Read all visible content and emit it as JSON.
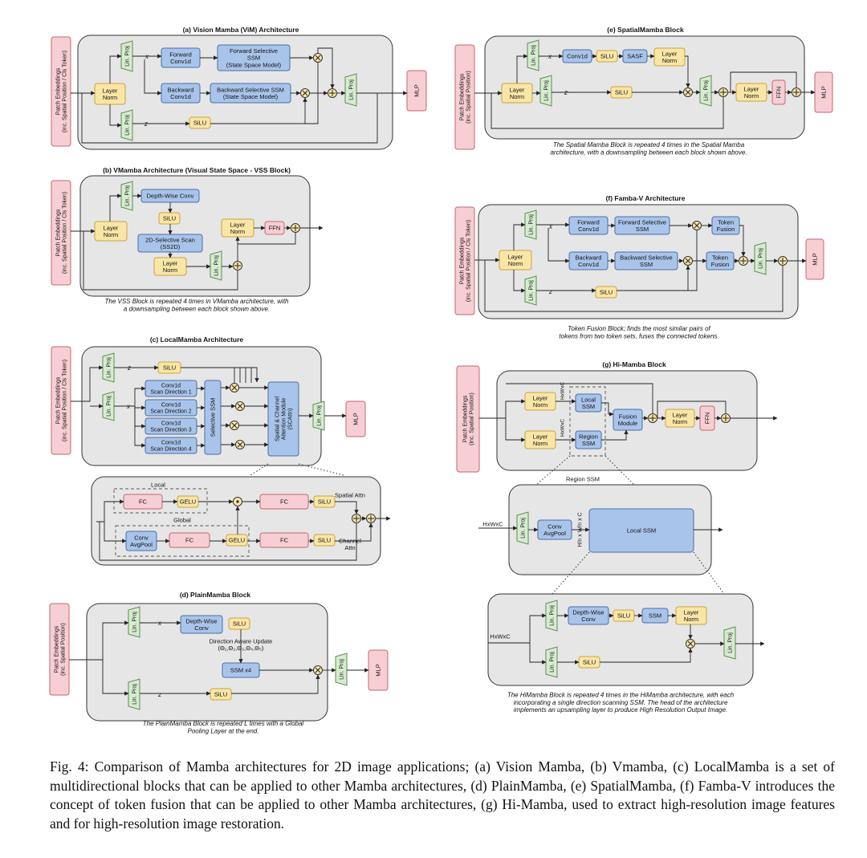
{
  "figure": {
    "caption": "Fig. 4: Comparison of Mamba architectures for 2D image applications; (a) Vision Mamba, (b) Vmamba, (c) LocalMamba is a set of multidirectional blocks that can be applied to other Mamba architectures, (d) PlainMamba, (e) SpatialMamba, (f) Famba-V introduces the concept of token fusion that can be applied to other Mamba architectures, (g) Hi-Mamba, used to extract high-resolution image features and for high-resolution image restoration."
  },
  "colors": {
    "panel_fill": "#e6e6e6",
    "red_fill": "#f7ced3",
    "red_stroke": "#c7666f",
    "blue_fill": "#a9c4ea",
    "blue_stroke": "#4b6fa8",
    "yellow_fill": "#f9e6a6",
    "yellow_stroke": "#c9a43c",
    "green_fill": "#d6ebcf",
    "green_stroke": "#5d8c54"
  },
  "panels": {
    "a": {
      "title": "(a) Vision Mamba (ViM) Architecture",
      "embed": [
        "Patch Embeddings",
        "(inc. Spatial Position / Cls Token)"
      ],
      "layer_norm": [
        "Layer",
        "Norm"
      ],
      "lin_proj": "Lin. Proj",
      "x": "x",
      "z": "z",
      "fwd_conv": [
        "Forward",
        "Conv1d"
      ],
      "fwd_ssm": [
        "Forward Selective",
        "SSM",
        "(State Space Model)"
      ],
      "bwd_conv": [
        "Backward",
        "Conv1d"
      ],
      "bwd_ssm": [
        "Backward Selective SSM",
        "(State Space Model)"
      ],
      "silu": "SiLU",
      "mlp": "MLP"
    },
    "b": {
      "title": "(b) VMamba Architecture (Visual State Space - VSS Block)",
      "embed": [
        "Patch Embeddings",
        "(inc. Spatial Position / Cls Token)"
      ],
      "layer_norm": [
        "Layer",
        "Norm"
      ],
      "lin_proj": "Lin. Proj",
      "dwconv": "Depth-Wise Conv",
      "silu": "SiLU",
      "ss2d": [
        "2D-Selective Scan",
        "(SS2D)"
      ],
      "ffn": "FFN",
      "note": [
        "The VSS Block is repeated 4 times in VMamba architecture, with",
        "a downsampling between each block shown above."
      ]
    },
    "c": {
      "title": "(c) LocalMamba Architecture",
      "embed": [
        "Patch Embeddings",
        "(inc. Spatial Position / Cls Token)"
      ],
      "lin_proj": "Lin. Proj",
      "z": "z",
      "x": "x",
      "silu": "SiLU",
      "scans": [
        [
          "Conv1d",
          "Scan Direction 1"
        ],
        [
          "Conv1d",
          "Scan Direction 2"
        ],
        [
          "Conv1d",
          "Scan Direction 3"
        ],
        [
          "Conv1d",
          "Scan Direction 4"
        ]
      ],
      "sel_ssm": "Selective SSM",
      "scattn": [
        "Spatial & Channel",
        "Attention Module",
        "(SCAttn)"
      ],
      "mlp": "MLP",
      "local": "Local",
      "global": "Global",
      "fc": "FC",
      "gelu": "GELU",
      "conv_pool": [
        "Conv",
        "AvgPool"
      ],
      "spatial_attn": "Spatial Attn",
      "channel_attn": [
        "Channel",
        "Attn"
      ]
    },
    "d": {
      "title": "(d) PlainMamba Block",
      "embed": [
        "Patch Embeddings",
        "(inc. Spatial Position)"
      ],
      "lin_proj": "Lin. Proj",
      "x": "x",
      "z": "z",
      "dwconv": [
        "Depth-Wise",
        "Conv"
      ],
      "silu": "SiLU",
      "dir_update": [
        "Direction Aware Update",
        "(Θ₁,Θ₂,Θ₃,Θ₄,Θ₅)"
      ],
      "ssm4": "SSM x4",
      "mlp": "MLP",
      "note": [
        "The PlainMamba Block is repeated L times with a Global",
        "Pooling Layer  at the end."
      ]
    },
    "e": {
      "title": "(e) SpatialMamba Block",
      "embed": [
        "Patch Embeddings",
        "(inc. Spatial Position)"
      ],
      "lin_proj": "Lin. Proj",
      "x": "x",
      "z": "z",
      "conv1d": "Conv1d",
      "silu": "SiLU",
      "sasf": "SASF",
      "layer_norm": [
        "Layer",
        "Norm"
      ],
      "ffn": "FFN",
      "mlp": "MLP",
      "note": [
        "The Spatial Mamba Block is repeated 4 times in the Spatial Mamba",
        "architecture, with a downsampling between each block shown above."
      ]
    },
    "f": {
      "title": "(f) Famba-V Architecture",
      "embed": [
        "Patch Embeddings",
        "(inc. Spatial Position / Cls Token)"
      ],
      "layer_norm": [
        "Layer",
        "Norm"
      ],
      "lin_proj": "Lin. Proj",
      "x": "x",
      "z": "z",
      "fwd_conv": [
        "Forward",
        "Conv1d"
      ],
      "fwd_ssm": [
        "Forward Selective",
        "SSM"
      ],
      "bwd_conv": [
        "Backward",
        "Conv1d"
      ],
      "bwd_ssm": [
        "Backward Selective",
        "SSM"
      ],
      "token_fusion": [
        "Token",
        "Fusion"
      ],
      "silu": "SiLU",
      "mlp": "MLP",
      "note": [
        "Token Fusion Block; finds the most similar pairs of",
        "tokens from two token sets, fuses the connected tokens."
      ]
    },
    "g": {
      "title": "(g) Hi-Mamba Block",
      "embed": [
        "Patch Embeddings",
        "(inc. Spatial Position)"
      ],
      "hwc": "HxWxC",
      "layer_norm": [
        "Layer",
        "Norm"
      ],
      "local_ssm": [
        "Local",
        "SSM"
      ],
      "region_ssm": [
        "Region",
        "SSM"
      ],
      "fusion": [
        "Fusion",
        "Module"
      ],
      "ffn": "FFN",
      "region_title": "Region SSM",
      "lin_proj": "Lin. Proj",
      "conv_pool": [
        "Conv",
        "AvgPool"
      ],
      "hwnc": "H/n x W/n x C",
      "local_big": "Local SSM",
      "dwconv": [
        "Depth-Wise",
        "Conv"
      ],
      "silu": "SiLU",
      "ssm": "SSM",
      "note": [
        "The HiMamba Block is repeated 4 times in the  HiMamba architecture, with each",
        "incorporating a single direction scanning SSM. The head of the architecture",
        "implements an upsampling layer to produce High Resolution Output Image."
      ]
    }
  }
}
